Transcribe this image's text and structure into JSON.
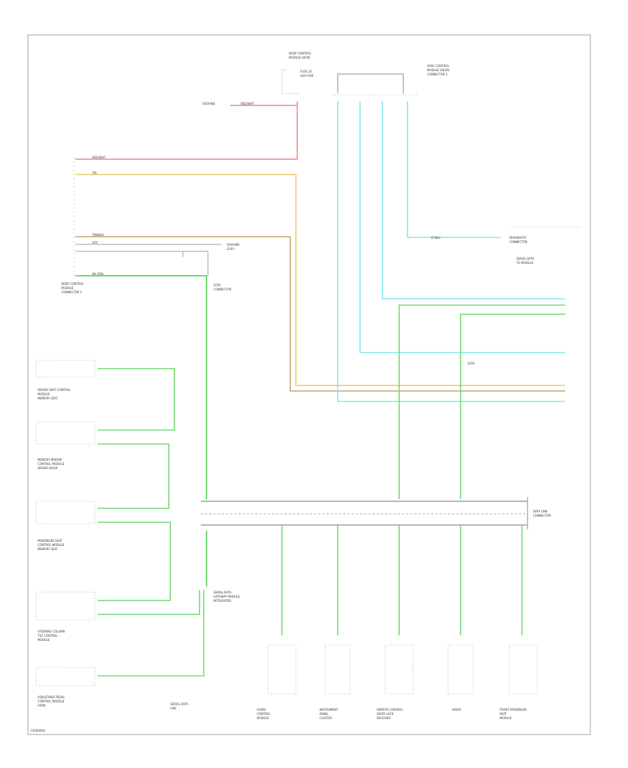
{
  "footer_code": "C0000000",
  "hud": {
    "title_lines": [
      "HEATED SEAT",
      "CONTROL MODULE",
      "SIGNAL OUTPUT"
    ]
  },
  "components": {
    "module_top_left": [
      "BODY CONTROL",
      "MODULE (BCM)"
    ],
    "fuse_block": [
      "FUSE 20",
      "10A FUSE"
    ],
    "rear_temp_module": [
      "HVAC CONTROL",
      "MODULE (REAR)",
      "CONNECTOR 2"
    ],
    "left_module_label": [
      "BODY CONTROL",
      "MODULE",
      "CONNECTOR 2"
    ],
    "ground_label": [
      "GROUND",
      "G203"
    ],
    "right_module_label": [
      "DIAGNOSTIC",
      "CONNECTOR",
      "SERIAL DATA"
    ],
    "star_connector": [
      "STAR",
      "CONNECTOR"
    ],
    "serial_data_right": [
      "SERIAL DATA",
      "TO MODULE"
    ],
    "serial_junction_label": [
      "SERIAL DATA",
      "GATEWAY MODULE",
      "INTEGRATED"
    ],
    "left_seat_module": [
      "DRIVER SEAT CONTROL",
      "MODULE",
      "MEMORY SEAT"
    ],
    "left_mirror_module": [
      "MEMORY MIRROR",
      "CONTROL MODULE",
      "DRIVER DOOR"
    ],
    "left_pass_module": [
      "PASSENGER SEAT",
      "CONTROL MODULE",
      "MEMORY SEAT"
    ],
    "left_column_module": [
      "STEERING COLUMN",
      "TILT CONTROL",
      "MODULE"
    ],
    "left_bottom_module": [
      "ADJUSTABLE PEDAL",
      "CONTROL MODULE",
      "(APM)"
    ],
    "bottom_center_label": [
      "SERIAL DATA",
      "LINE"
    ],
    "bottom_modules": [
      [
        "AUDIO",
        "CONTROL",
        "MODULE"
      ],
      [
        "INSTRUMENT",
        "PANEL",
        "CLUSTER"
      ],
      [
        "REMOTE CONTROL",
        "DOOR LOCK",
        "RECEIVER"
      ],
      [
        "RADIO"
      ],
      [
        "FRONT PASSENGER",
        "SEAT",
        "MODULE"
      ]
    ],
    "bus_label": [
      "DATA LINK",
      "CONNECTOR"
    ]
  },
  "wire_labels": {
    "red": "RED/WHT",
    "yellow": "YEL",
    "tan": "TAN/BLK",
    "gray": "GRY",
    "green": "DK GRN",
    "blue": "LT BLU",
    "splice": "S200"
  },
  "colors": {
    "red_wire": "#f2a0a0",
    "yellow_wire": "#efd48c",
    "tan_wire": "#cfb98a",
    "green_wire": "#6fd86f",
    "cyan_wire": "#7fe8ee",
    "gray_wire": "#9a9a9a"
  }
}
